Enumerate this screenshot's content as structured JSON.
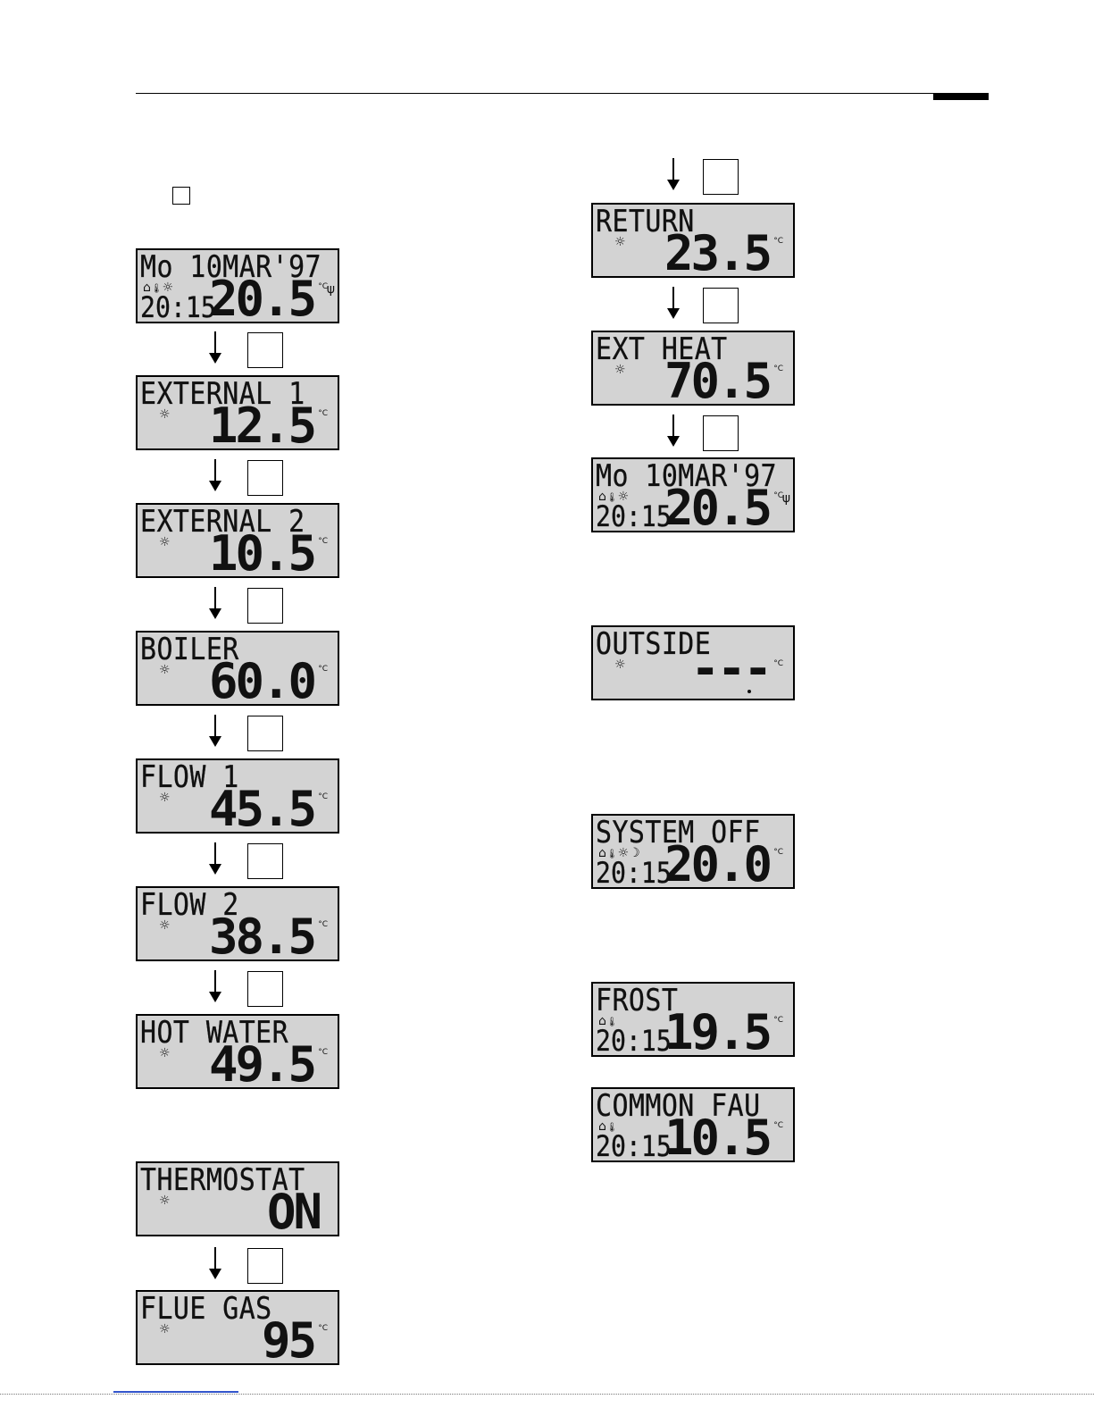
{
  "units": {
    "celsius": "°C"
  },
  "icons": {
    "house": "⌂",
    "thermometer": "🌡",
    "sun": "☼",
    "moon": "☽",
    "antenna": "ψ"
  },
  "left_column": [
    {
      "title": "Mo 10MAR'97",
      "time": "20:15",
      "value": "20.5"
    },
    {
      "title": "EXTERNAL 1",
      "value": "12.5"
    },
    {
      "title": "EXTERNAL 2",
      "value": "10.5"
    },
    {
      "title": "BOILER",
      "value": "60.0"
    },
    {
      "title": "FLOW 1",
      "value": "45.5"
    },
    {
      "title": "FLOW 2",
      "value": "38.5"
    },
    {
      "title": "HOT WATER",
      "value": "49.5"
    },
    {
      "title": "THERMOSTAT",
      "value": "ON"
    },
    {
      "title": "FLUE GAS",
      "value": "95"
    }
  ],
  "right_column": [
    {
      "title": "RETURN",
      "value": "23.5"
    },
    {
      "title": "EXT HEAT",
      "value": "70.5"
    },
    {
      "title": "Mo 10MAR'97",
      "time": "20:15",
      "value": "20.5"
    },
    {
      "title": "OUTSIDE",
      "value": "---"
    },
    {
      "title": "SYSTEM OFF",
      "time": "20:15",
      "value": "20.0"
    },
    {
      "title": "FROST",
      "time": "20:15",
      "value": "19.5"
    },
    {
      "title": "COMMON FAU",
      "time": "20:15",
      "value": "10.5"
    }
  ]
}
